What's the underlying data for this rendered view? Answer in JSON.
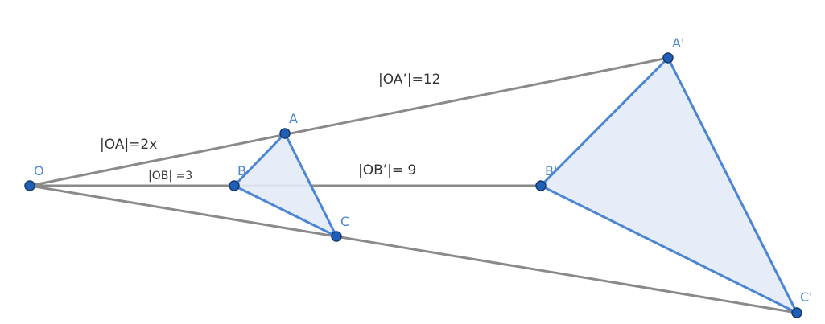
{
  "points": {
    "O": "O",
    "A": "A",
    "B": "B",
    "C": "C",
    "A_prime": "A'",
    "B_prime": "B'",
    "C_prime": "C'"
  },
  "segment_labels": {
    "OA": "|OA|=2x",
    "OB": "|OB| =3",
    "OA_prime": "|OA’|=12",
    "OB_prime": "|OB’|= 9"
  },
  "colors": {
    "ray": "#8a8a8a",
    "triangle_fill": "#e3ebf7",
    "triangle_stroke": "#4a86d4",
    "point_fill": "#1f5fb8",
    "point_label": "#4a86d4"
  }
}
